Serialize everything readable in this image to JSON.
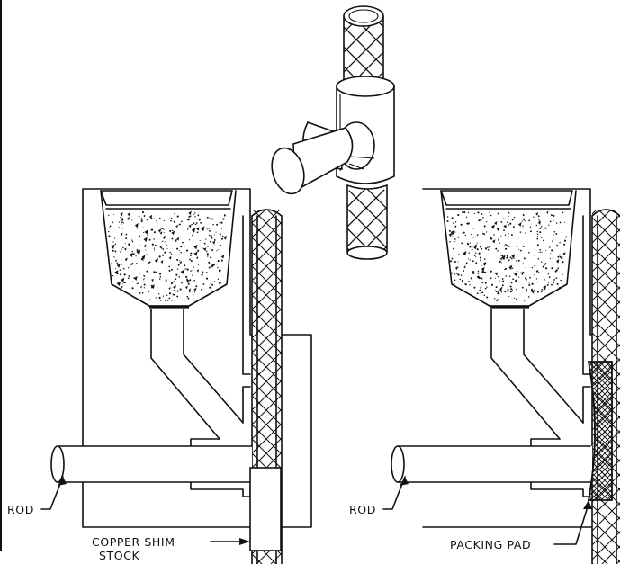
{
  "labels": {
    "rod_left": "ROD",
    "rod_right": "ROD",
    "copper_shim_line1": "COPPER SHIM",
    "copper_shim_line2": "STOCK",
    "packing_pad": "PACKING PAD"
  }
}
